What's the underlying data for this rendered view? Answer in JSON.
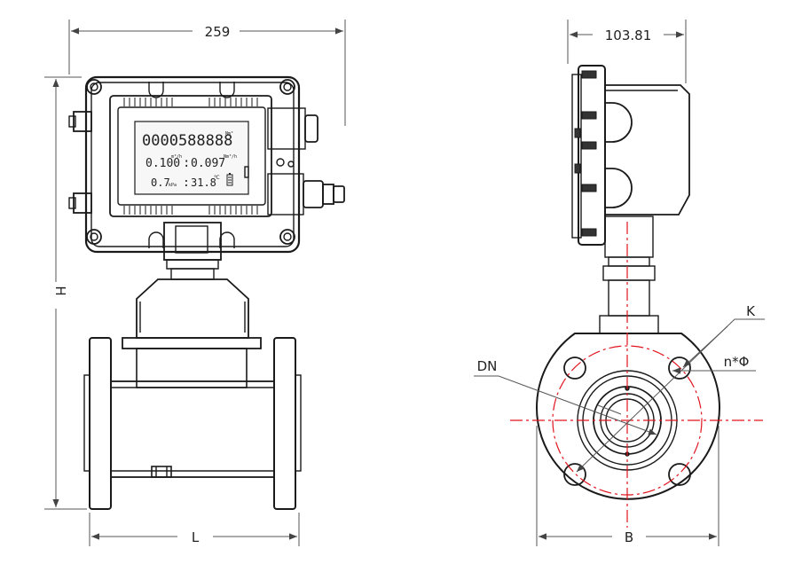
{
  "dimensions": {
    "width_top": "259",
    "depth_top": "103.81",
    "height": "H",
    "length": "L",
    "flange_width": "B",
    "nominal_diameter": "DN",
    "bolt_circle": "K",
    "bolt_holes": "n*Φ"
  },
  "display": {
    "total": "0000588888",
    "total_unit": "Nm³",
    "flow_left": "0.100",
    "flow_left_unit": "m³/h",
    "flow_right": "0.097",
    "flow_right_unit": "Nm³/h",
    "pressure": "0.7",
    "pressure_unit": "kPa",
    "temperature": "31.8",
    "temperature_unit": "℃"
  },
  "colors": {
    "line": "#1a1a1a",
    "centerline": "#e0141e",
    "dimension": "#555555"
  }
}
